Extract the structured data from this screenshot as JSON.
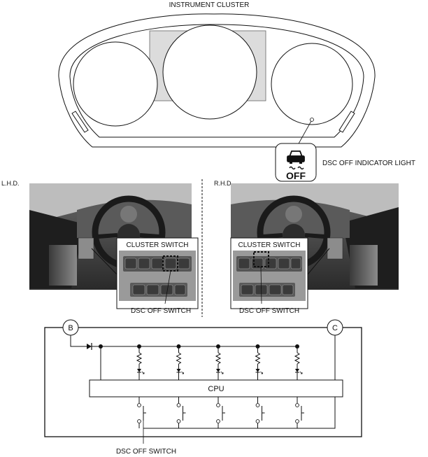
{
  "labels": {
    "instrument_cluster": "INSTRUMENT CLUSTER",
    "dsc_off_indicator_light": "DSC OFF INDICATOR LIGHT",
    "indicator_text": "OFF",
    "lhd": "L.H.D.",
    "rhd": "R.H.D.",
    "cluster_switch_left": "CLUSTER SWITCH",
    "cluster_switch_right": "CLUSTER SWITCH",
    "dsc_off_switch_left": "DSC OFF SWITCH",
    "dsc_off_switch_right": "DSC OFF SWITCH",
    "dsc_off_switch_circuit": "DSC OFF SWITCH",
    "cpu": "CPU",
    "terminal_b": "B",
    "terminal_c": "C"
  },
  "icons": {
    "dsc_indicator": "skidding-car-icon"
  },
  "circuit": {
    "channels": 5
  }
}
